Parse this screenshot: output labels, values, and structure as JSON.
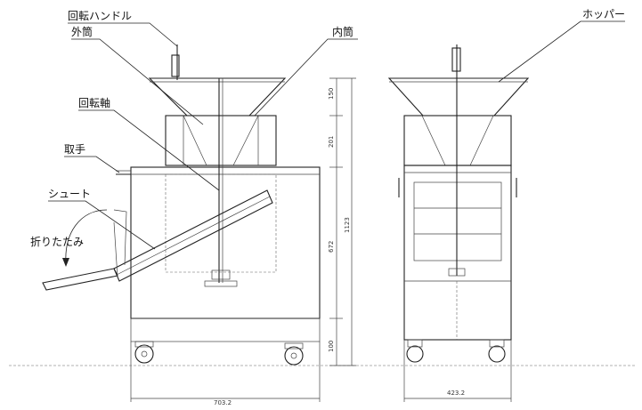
{
  "labels": {
    "handle": "回転ハンドル",
    "outer_cylinder": "外筒",
    "inner_cylinder": "内筒",
    "rotating_shaft": "回転軸",
    "grip": "取手",
    "chute": "シュート",
    "fold": "折りたたみ",
    "hopper": "ホッパー"
  },
  "dimensions": {
    "hopper_height": "150",
    "cylinder_height": "201",
    "body_height": "672",
    "leg_height": "100",
    "total_height": "1123",
    "side_width": "703.2",
    "front_width": "423.2"
  }
}
